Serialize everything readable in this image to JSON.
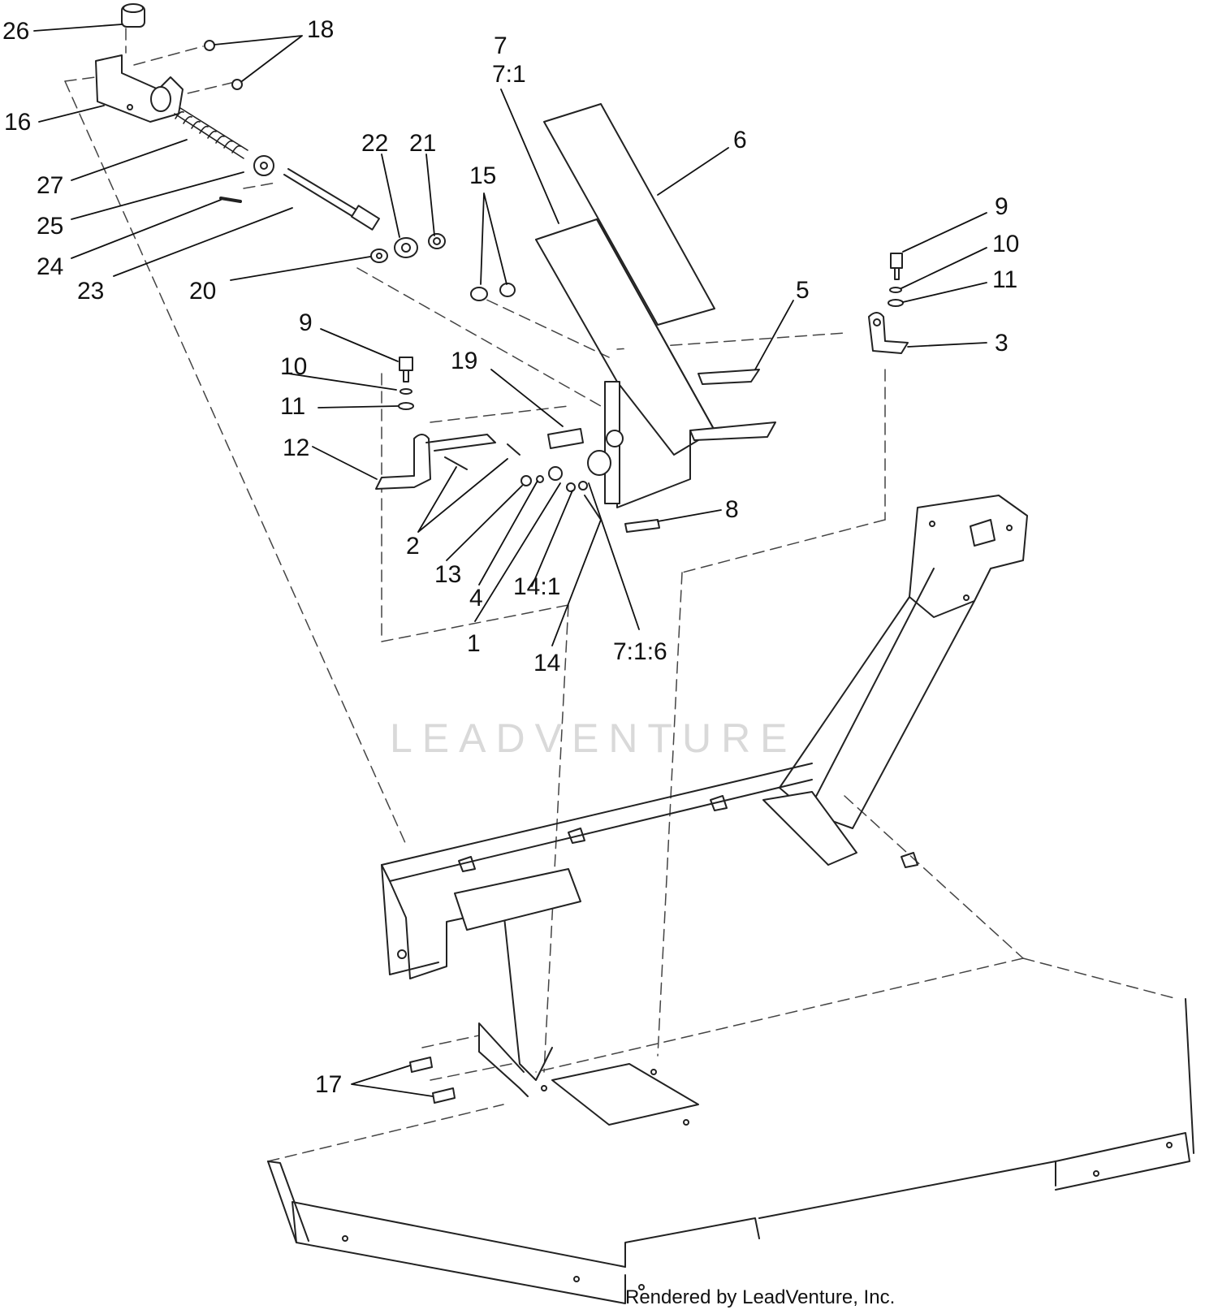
{
  "callouts": [
    {
      "id": "c26",
      "text": "26"
    },
    {
      "id": "c18",
      "text": "18"
    },
    {
      "id": "c16",
      "text": "16"
    },
    {
      "id": "c27",
      "text": "27"
    },
    {
      "id": "c25",
      "text": "25"
    },
    {
      "id": "c24",
      "text": "24"
    },
    {
      "id": "c23",
      "text": "23"
    },
    {
      "id": "c22",
      "text": "22"
    },
    {
      "id": "c21",
      "text": "21"
    },
    {
      "id": "c20",
      "text": "20"
    },
    {
      "id": "c7",
      "text": "7"
    },
    {
      "id": "c7_1",
      "text": "7:1"
    },
    {
      "id": "c6",
      "text": "6"
    },
    {
      "id": "c15",
      "text": "15"
    },
    {
      "id": "c9a",
      "text": "9"
    },
    {
      "id": "c10a",
      "text": "10"
    },
    {
      "id": "c11a",
      "text": "11"
    },
    {
      "id": "c5",
      "text": "5"
    },
    {
      "id": "c3",
      "text": "3"
    },
    {
      "id": "c9b",
      "text": "9"
    },
    {
      "id": "c10b",
      "text": "10"
    },
    {
      "id": "c11b",
      "text": "11"
    },
    {
      "id": "c19",
      "text": "19"
    },
    {
      "id": "c12",
      "text": "12"
    },
    {
      "id": "c8",
      "text": "8"
    },
    {
      "id": "c2",
      "text": "2"
    },
    {
      "id": "c13",
      "text": "13"
    },
    {
      "id": "c4",
      "text": "4"
    },
    {
      "id": "c14_1",
      "text": "14:1"
    },
    {
      "id": "c1",
      "text": "1"
    },
    {
      "id": "c14",
      "text": "14"
    },
    {
      "id": "c7_1_6",
      "text": "7:1:6"
    },
    {
      "id": "c17",
      "text": "17"
    }
  ],
  "watermark": "LEADVENTURE",
  "credit": "Rendered by LeadVenture, Inc."
}
